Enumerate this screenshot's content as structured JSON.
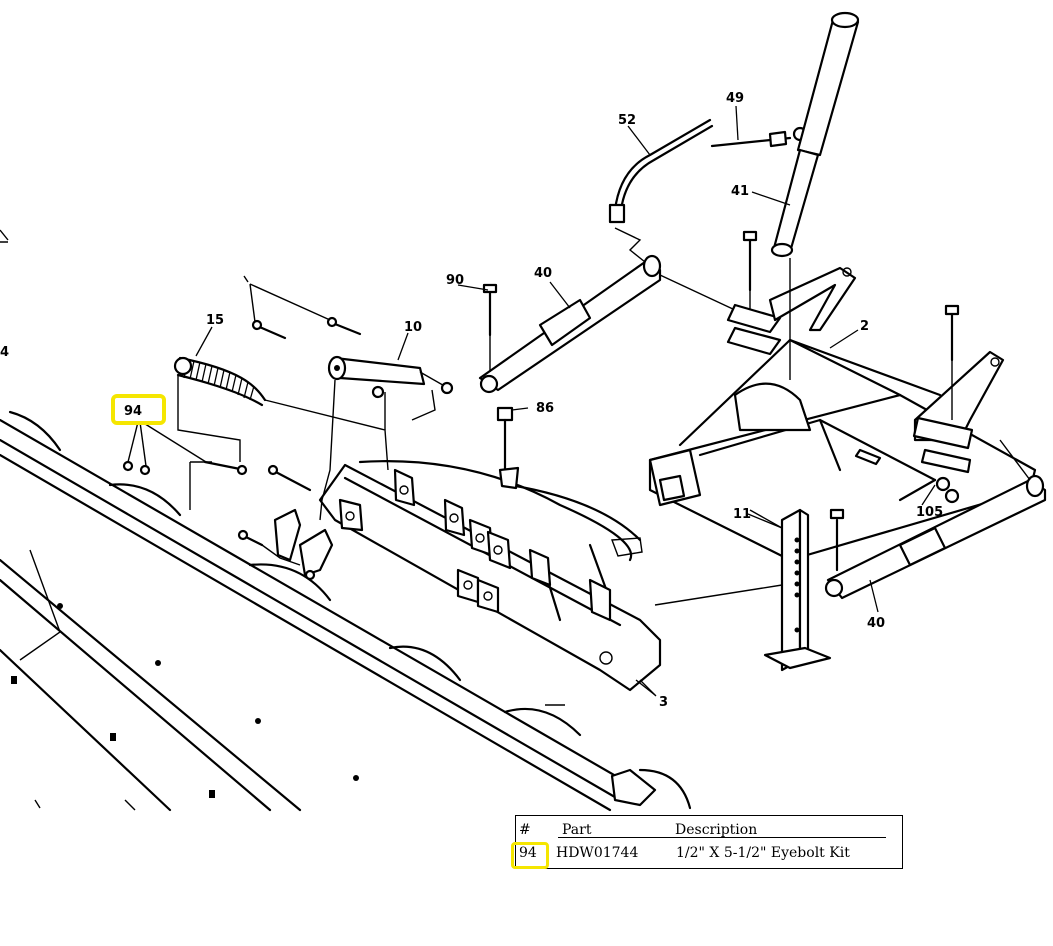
{
  "diagram": {
    "callouts": [
      "94",
      "15",
      "10",
      "90",
      "40",
      "52",
      "49",
      "41",
      "2",
      "86",
      "11",
      "105",
      "40",
      "3"
    ],
    "highlighted_callout": "94",
    "highlight_color": "#f5e600"
  },
  "parts_table": {
    "headers": {
      "number": "#",
      "part": "Part",
      "description": "Description"
    },
    "rows": [
      {
        "number": "94",
        "part": "HDW01744",
        "description": "1/2\" X 5-1/2\" Eyebolt Kit"
      }
    ]
  }
}
